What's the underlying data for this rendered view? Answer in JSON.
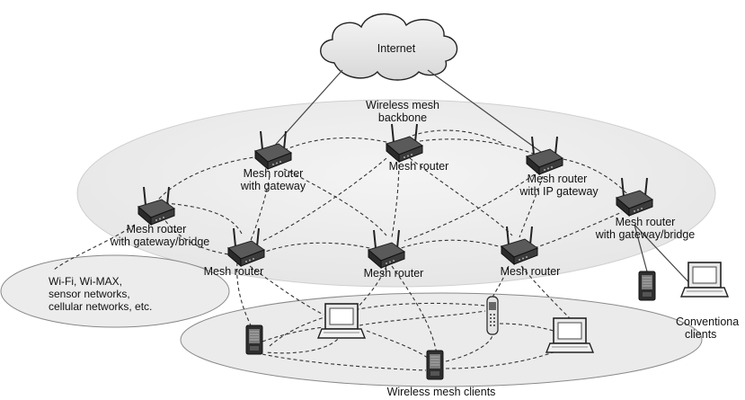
{
  "diagram": {
    "cloud": {
      "label": "Internet"
    },
    "backbone": {
      "label_line1": "Wireless mesh",
      "label_line2": "backbone"
    },
    "clients_area": {
      "label": "Wireless mesh clients"
    },
    "other_networks": {
      "line1": "Wi-Fi, Wi-MAX,",
      "line2": "sensor networks,",
      "line3": "cellular networks, etc."
    },
    "routers": [
      {
        "id": "r1",
        "line1": "Mesh router",
        "line2": "with gateway"
      },
      {
        "id": "r2",
        "line1": "Mesh router",
        "line2": ""
      },
      {
        "id": "r3",
        "line1": "Mesh router",
        "line2": "with IP gateway"
      },
      {
        "id": "r4",
        "line1": "Mesh router",
        "line2": "with gateway/bridge"
      },
      {
        "id": "r5",
        "line1": "Mesh router",
        "line2": "with gateway/bridge"
      },
      {
        "id": "r6",
        "line1": "Mesh router",
        "line2": ""
      },
      {
        "id": "r7",
        "line1": "Mesh router",
        "line2": ""
      },
      {
        "id": "r8",
        "line1": "Mesh router",
        "line2": ""
      }
    ],
    "conventional": {
      "line1": "Conventiona",
      "line2": "clients"
    }
  }
}
